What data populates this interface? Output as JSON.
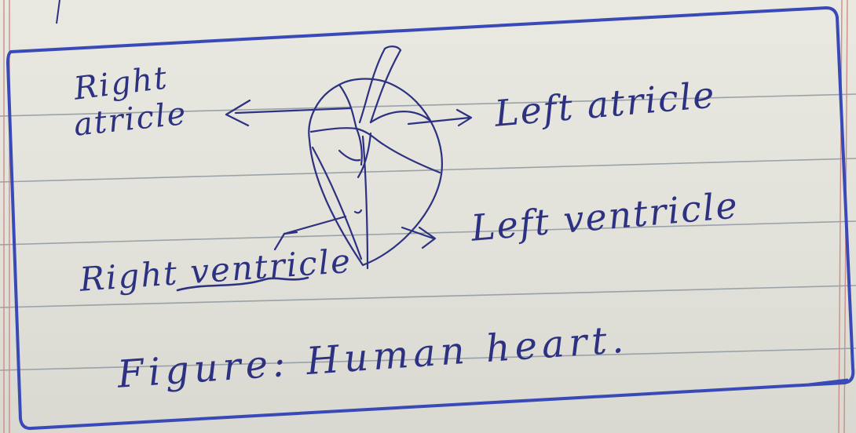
{
  "diagram": {
    "labels": {
      "right_atricle_line1": "Right",
      "right_atricle_line2": "atricle",
      "left_atricle": "Left atricle",
      "left_ventricle": "Left ventricle",
      "right_ventricle": "Right ventricle"
    },
    "caption": "Figure: Human heart.",
    "colors": {
      "ink": "#2c3182",
      "box_border": "#3a49b8",
      "ruling": "#9aa1a8",
      "margin_line": "#c98f86",
      "paper": "#e6e5de"
    }
  }
}
